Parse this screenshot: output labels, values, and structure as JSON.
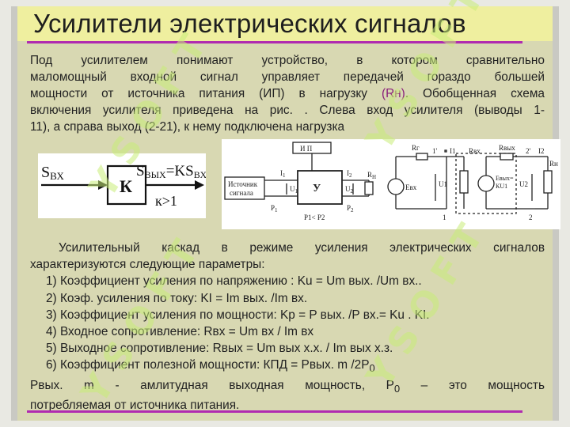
{
  "title": "Усилители электрических сигналов",
  "intro_lines": [
    "Под усилителем понимают устройство, в котором сравнительно",
    "маломощный входной сигнал управляет передачей гораздо большей",
    "мощности от источника питания (ИП) в нагрузку",
    "(Rн)",
    ". Обобщенная схема",
    "включения усилителя приведена на рис.  . Слева вход усилителя (выводы 1-",
    "11), а справа выход (2-21), к нему подключена нагрузка"
  ],
  "figure_left": {
    "s_in": "S",
    "s_in_sub": "ВХ",
    "block": "К",
    "s_out": "S",
    "s_out_sub": "ВЫХ",
    "formula_tail": "=KS",
    "formula_tail_sub": "ВХ",
    "condition": "к>1"
  },
  "figure_right": {
    "ip": "И П",
    "source": [
      "Источник",
      "сигнала"
    ],
    "amp": "У",
    "i1": "I",
    "i1_sub": "1",
    "i2": "I",
    "i2_sub": "2",
    "u1": "U",
    "u1_sub": "1",
    "u2": "U",
    "u2_sub": "2",
    "rn": "R",
    "rn_sub": "Н",
    "p1": "P",
    "p1_sub": "1",
    "p2": "P",
    "p2_sub": "2",
    "pcomp": "P1< P2",
    "rg": "Rг",
    "node1": "1",
    "node1p": "1'",
    "node2": "2",
    "node2p": "2'",
    "rvx": "Rвх",
    "rvyx": "Rвых",
    "evx": "Eвх",
    "evyx": [
      "Eвых=",
      "КU1"
    ],
    "i1r": "I1",
    "i2r": "I2",
    "u1r": "U1",
    "u2r": "U2",
    "rnr": "Rн"
  },
  "params_lines": [
    "Усилительный каскад в режиме усиления электрических сигналов",
    "характеризуются следующие параметры:",
    "1) Коэффициент усиления по напряжению :   Ku = Um вых. /Um вх..",
    "2) Коэф. усиления по току:   KI = Im вых. /Im вх.",
    "3) Коэффициент усиления по мощности:   Kp = P вых. /P вх.= Ku . KI.",
    "4) Входное сопротивление:  Rвх = Um вх / Im вх",
    "5) Выходное сопротивление:  Rвых = Um вых х.х. / Im вых х.з.",
    "6)  Коэффициент полезной мощности:  КПД = Pвых. m /2P",
    "0",
    "Pвых. m  -  амлитудная выходная мощность,    P",
    "0",
    "  –  это мощность",
    "потребляемая от источника питания."
  ],
  "watermark": "Y S O F T",
  "colors": {
    "title_band": "#efef9f",
    "slide_bg": "#d8d8b2",
    "rule": "#b02ab0",
    "highlight": "#8a1f7a"
  }
}
